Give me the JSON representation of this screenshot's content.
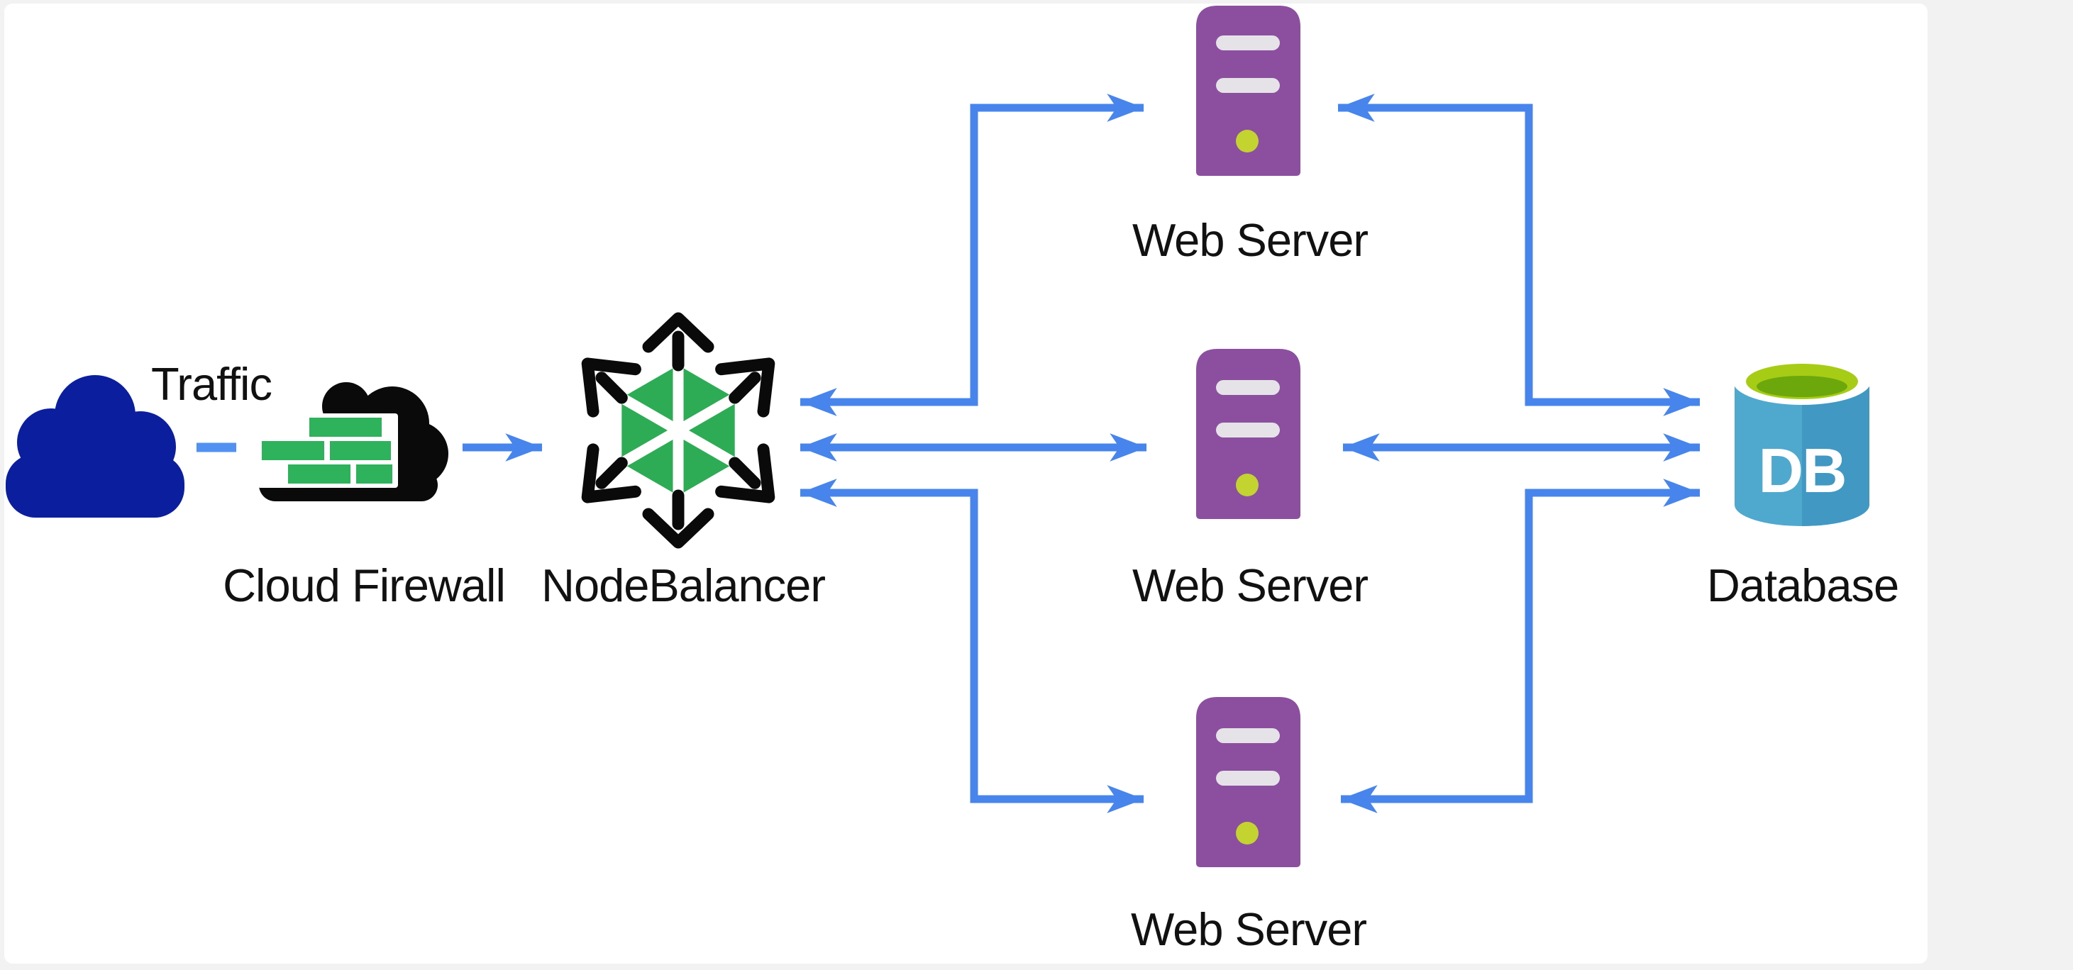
{
  "title": "Load-balanced web application architecture diagram",
  "background": {
    "frame": "#f2f2f3",
    "surface": "#ffffff"
  },
  "palette": {
    "arrow_blue": "#4785EC",
    "dash_blue": "#5091F2",
    "traffic_cloud_navy": "#0B1F9E",
    "firewall_black": "#0a0a0a",
    "firewall_brick_green": "#2FB25C",
    "nodebalancer_green": "#2EAC55",
    "nodebalancer_black": "#0a0a0a",
    "server_purple": "#8C4E9E",
    "server_slot_gray": "#E5E3E7",
    "server_led_green": "#C3D330",
    "db_body_blue": "#4FA8CE",
    "db_body_shade": "#4198C2",
    "db_top_green": "#A7CC16",
    "db_top_inner_green": "#6CA70B",
    "label_color": "#111111"
  },
  "nodes": {
    "traffic": {
      "label": "Traffic"
    },
    "firewall": {
      "label": "Cloud Firewall"
    },
    "nodebalancer": {
      "label": "NodeBalancer"
    },
    "web_server_top": {
      "label": "Web Server"
    },
    "web_server_middle": {
      "label": "Web Server"
    },
    "web_server_bottom": {
      "label": "Web Server"
    },
    "database": {
      "label": "Database",
      "badge": "DB"
    }
  },
  "connections": [
    {
      "from": "traffic",
      "to": "firewall",
      "style": "dashed",
      "direction": "none"
    },
    {
      "from": "firewall",
      "to": "nodebalancer",
      "style": "solid",
      "direction": "forward"
    },
    {
      "from": "nodebalancer",
      "to": "web_server_top",
      "style": "solid",
      "direction": "both"
    },
    {
      "from": "nodebalancer",
      "to": "web_server_middle",
      "style": "solid",
      "direction": "both"
    },
    {
      "from": "nodebalancer",
      "to": "web_server_bottom",
      "style": "solid",
      "direction": "both"
    },
    {
      "from": "web_server_top",
      "to": "database",
      "style": "solid",
      "direction": "both"
    },
    {
      "from": "web_server_middle",
      "to": "database",
      "style": "solid",
      "direction": "both"
    },
    {
      "from": "web_server_bottom",
      "to": "database",
      "style": "solid",
      "direction": "both"
    }
  ]
}
